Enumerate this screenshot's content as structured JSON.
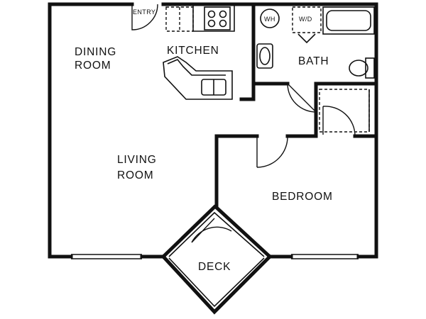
{
  "rooms": {
    "entry": "ENTRY",
    "dining_line1": "DINING",
    "dining_line2": "ROOM",
    "kitchen": "KITCHEN",
    "bath": "BATH",
    "wh": "WH",
    "wd": "W/D",
    "living_line1": "LIVING",
    "living_line2": "ROOM",
    "bedroom": "BEDROOM",
    "deck": "DECK"
  },
  "colors": {
    "ink": "#111111",
    "background": "#ffffff"
  }
}
